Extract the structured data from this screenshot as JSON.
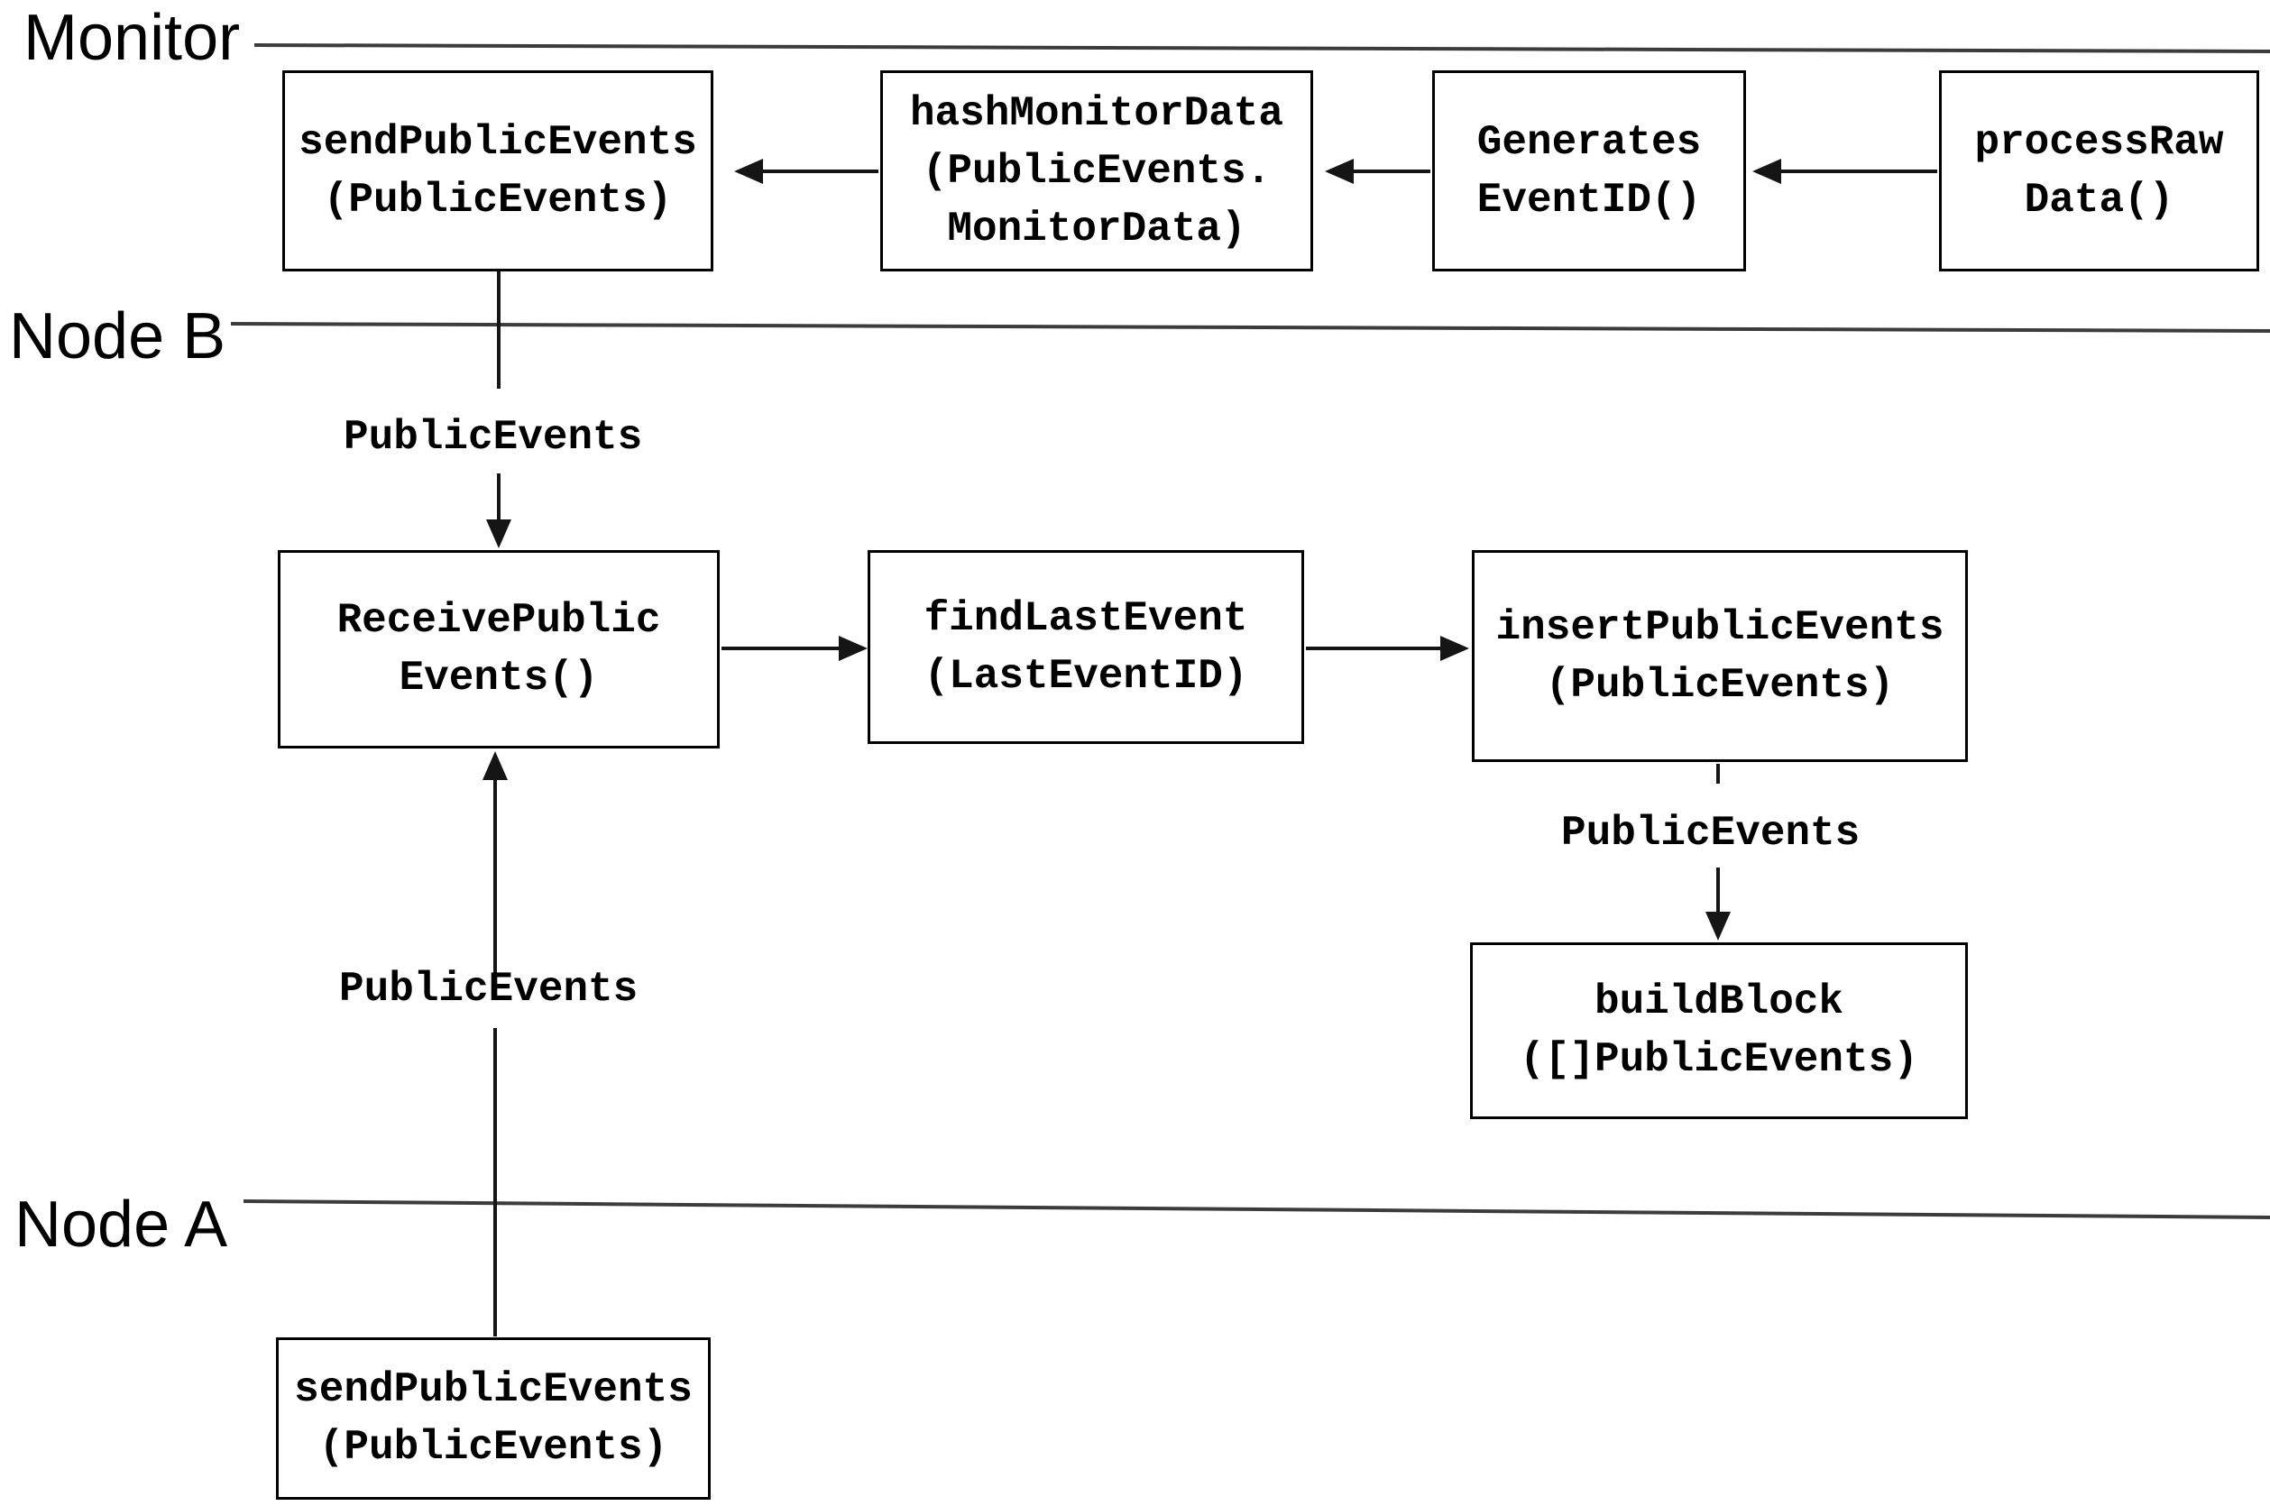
{
  "lanes": {
    "monitor": "Monitor",
    "node_b": "Node B",
    "node_a": "Node A"
  },
  "boxes": {
    "monitor_send": {
      "lines": [
        "sendPublicEvents",
        "(PublicEvents)"
      ]
    },
    "hash_monitor_data": {
      "lines": [
        "hashMonitorData",
        "(PublicEvents.",
        "MonitorData)"
      ]
    },
    "generates_event_id": {
      "lines": [
        "Generates",
        "EventID()"
      ]
    },
    "process_raw_data": {
      "lines": [
        "processRaw",
        "Data()"
      ]
    },
    "receive_public_events": {
      "lines": [
        "ReceivePublic",
        "Events()"
      ]
    },
    "find_last_event": {
      "lines": [
        "findLastEvent",
        "(LastEventID)"
      ]
    },
    "insert_public_events": {
      "lines": [
        "insertPublicEvents",
        "(PublicEvents)"
      ]
    },
    "build_block": {
      "lines": [
        "buildBlock",
        "([]PublicEvents)"
      ]
    },
    "node_a_send": {
      "lines": [
        "sendPublicEvents",
        "(PublicEvents)"
      ]
    }
  },
  "edge_labels": {
    "monitor_to_receive": "PublicEvents",
    "insert_to_build": "PublicEvents",
    "node_a_to_receive": "PublicEvents"
  },
  "edges": [
    {
      "from": "process_raw_data",
      "to": "generates_event_id",
      "label": ""
    },
    {
      "from": "generates_event_id",
      "to": "hash_monitor_data",
      "label": ""
    },
    {
      "from": "hash_monitor_data",
      "to": "monitor_send",
      "label": ""
    },
    {
      "from": "monitor_send",
      "to": "receive_public_events",
      "label": "PublicEvents"
    },
    {
      "from": "receive_public_events",
      "to": "find_last_event",
      "label": ""
    },
    {
      "from": "find_last_event",
      "to": "insert_public_events",
      "label": ""
    },
    {
      "from": "insert_public_events",
      "to": "build_block",
      "label": "PublicEvents"
    },
    {
      "from": "node_a_send",
      "to": "receive_public_events",
      "label": "PublicEvents"
    }
  ],
  "colors": {
    "background": "#ffffff",
    "box_border": "#000000",
    "text": "#000000",
    "lane_line": "#3c3c3c",
    "arrow": "#151515"
  }
}
